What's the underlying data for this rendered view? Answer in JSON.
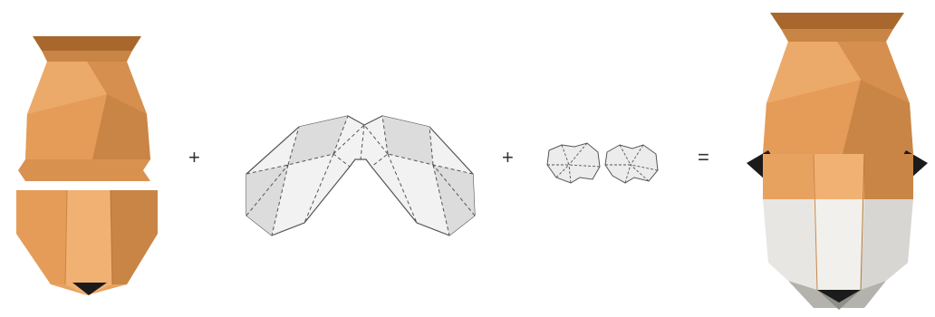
{
  "diagram": {
    "operators": {
      "plus_1": "+",
      "plus_2": "+",
      "equals": "="
    },
    "colors": {
      "paper_orange": "#e8a260",
      "paper_orange_light": "#f0b173",
      "paper_orange_dark": "#c98545",
      "paper_brown_flap": "#a8682d",
      "black_nose": "#1b1b1b",
      "white_muzzle": "#e7e6e3",
      "grey_muzzle": "#b3b2ad",
      "pattern_fill": "#f2f2f2",
      "pattern_stroke": "#555555"
    },
    "items": [
      {
        "name": "orange-head-base",
        "kind": "folded papercraft piece"
      },
      {
        "name": "muzzle-template",
        "kind": "unfolded cutting pattern"
      },
      {
        "name": "ear-templates",
        "kind": "unfolded cutting pattern"
      },
      {
        "name": "finished-head",
        "kind": "assembled papercraft head"
      }
    ]
  }
}
